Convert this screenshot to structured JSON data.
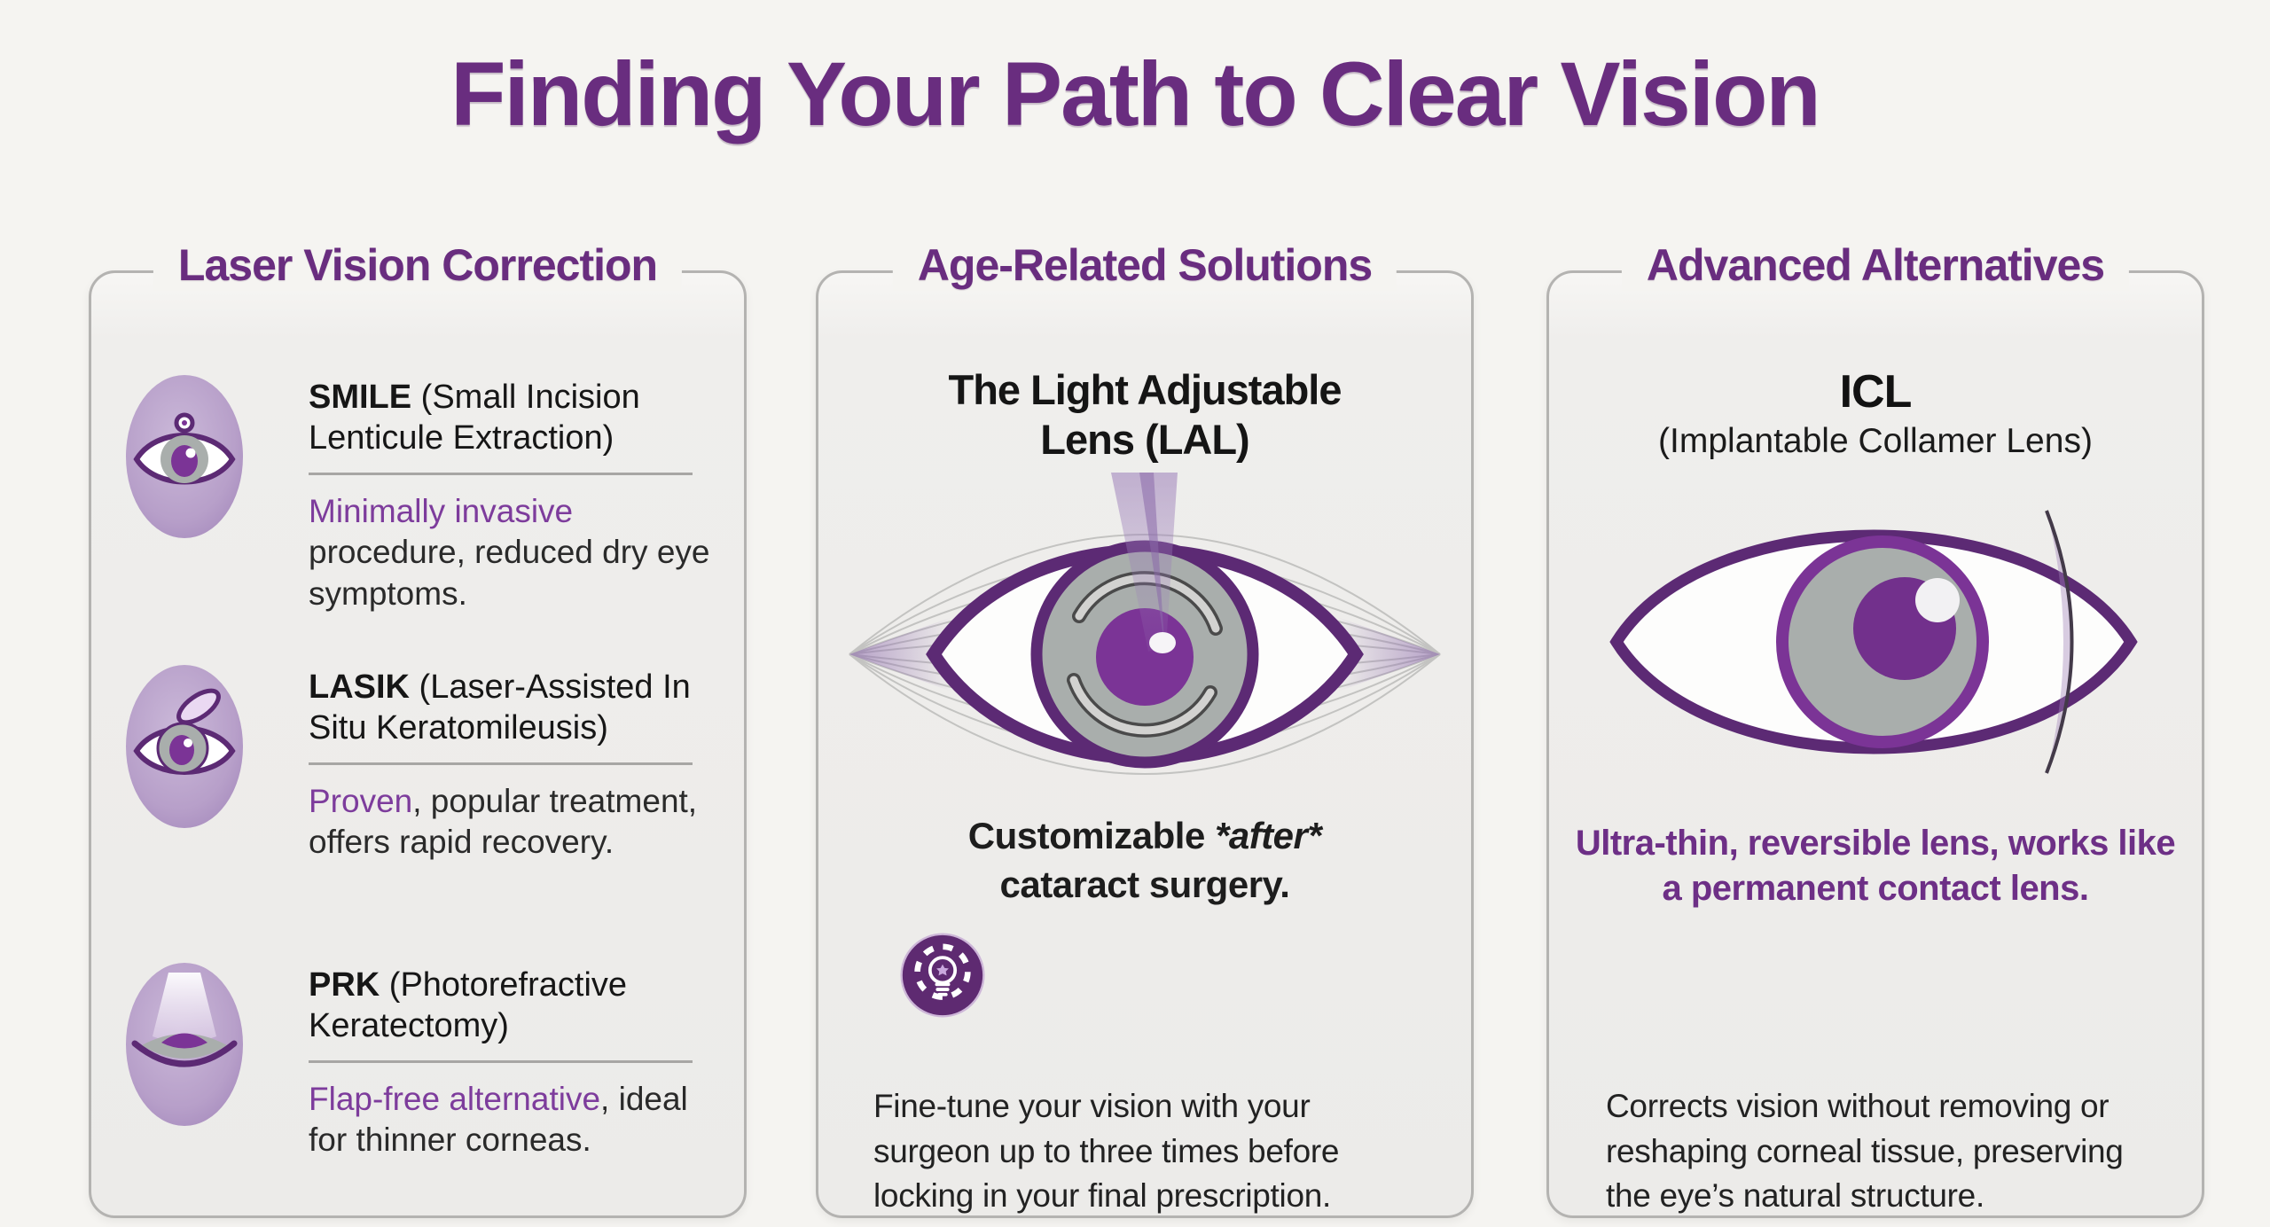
{
  "title": "Finding Your Path to Clear Vision",
  "colors": {
    "page_background": "#f5f4f1",
    "card_background": "#ecebe9",
    "card_border": "#b4b3b1",
    "heading_purple": "#692d7f",
    "accent_purple": "#7d3c9c",
    "highlight_purple": "#6d2f86",
    "eye_outline_purple": "#5c2a74",
    "pupil_purple": "#7b3496",
    "iris_gray": "#a9aeac",
    "lavender_badge": "#b79fc9",
    "gear_badge_purple": "#5e2a71",
    "text_dark": "#1d1d1d"
  },
  "icons": {
    "col1_row1": "smile-eye-icon",
    "col1_row2": "lasik-flap-eye-icon",
    "col1_row3": "prk-laser-eye-icon",
    "col2_center": "light-adjustable-lens-eye-icon",
    "col2_badge": "lightbulb-gear-icon",
    "col3_center": "icl-implant-eye-icon"
  },
  "columns": [
    {
      "header": "Laser Vision Correction",
      "items": [
        {
          "name_bold": "SMILE",
          "name_rest": " (Small Incision Lenticule Extraction)",
          "desc_accent": "Minimally invasive",
          "desc_rest": " procedure, reduced dry eye symptoms."
        },
        {
          "name_bold": "LASIK",
          "name_rest": " (Laser-Assisted In Situ Keratomileusis)",
          "desc_accent": "Proven",
          "desc_rest": ", popular treatment, offers rapid recovery."
        },
        {
          "name_bold": "PRK",
          "name_rest": " (Photorefractive Keratectomy)",
          "desc_accent": "Flap-free alternative",
          "desc_rest": ", ideal for thinner corneas."
        }
      ]
    },
    {
      "header": "Age-Related Solutions",
      "title_line1": "The Light Adjustable",
      "title_line2": "Lens (LAL)",
      "caption_bold1": "Customizable ",
      "caption_italic": "*after*",
      "caption_bold2": "cataract surgery.",
      "paragraph": "Fine-tune your vision with your surgeon up to three times before locking in your final prescription."
    },
    {
      "header": "Advanced Alternatives",
      "title_line1": "ICL",
      "title_line2": "(Implantable Collamer Lens)",
      "highlight": "Ultra-thin, reversible lens, works like a permanent contact lens.",
      "paragraph": "Corrects vision without removing or reshaping corneal tissue, preserving the eye’s natural structure."
    }
  ]
}
